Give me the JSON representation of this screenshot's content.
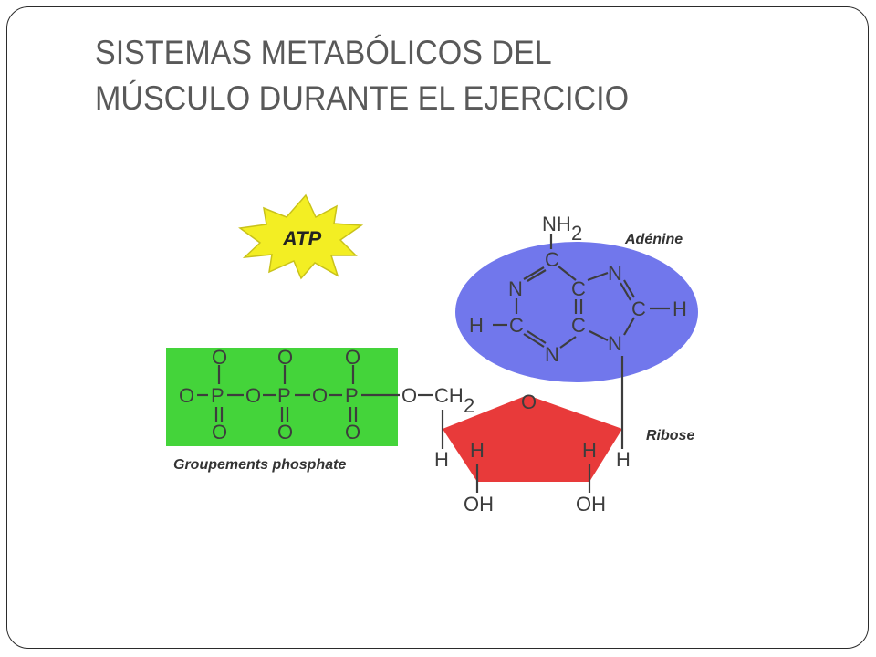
{
  "slide": {
    "title_line1": "SISTEMAS METABÓLICOS DEL",
    "title_line2": "MÚSCULO DURANTE EL EJERCICIO"
  },
  "diagram": {
    "badge": "ATP",
    "labels": {
      "adenine": "Adénine",
      "ribose": "Ribose",
      "phosphate": "Groupements phosphate"
    },
    "atoms": {
      "o": "O",
      "p": "P",
      "c": "C",
      "n": "N",
      "h": "H",
      "oh": "OH",
      "nh": "NH",
      "ch": "CH",
      "sub2": "2"
    },
    "colors": {
      "phosphate_box": "#44d43a",
      "adenine_ellipse": "#7177ec",
      "ribose_pentagon": "#e83a3a",
      "atp_star": "#f3ee23"
    }
  }
}
